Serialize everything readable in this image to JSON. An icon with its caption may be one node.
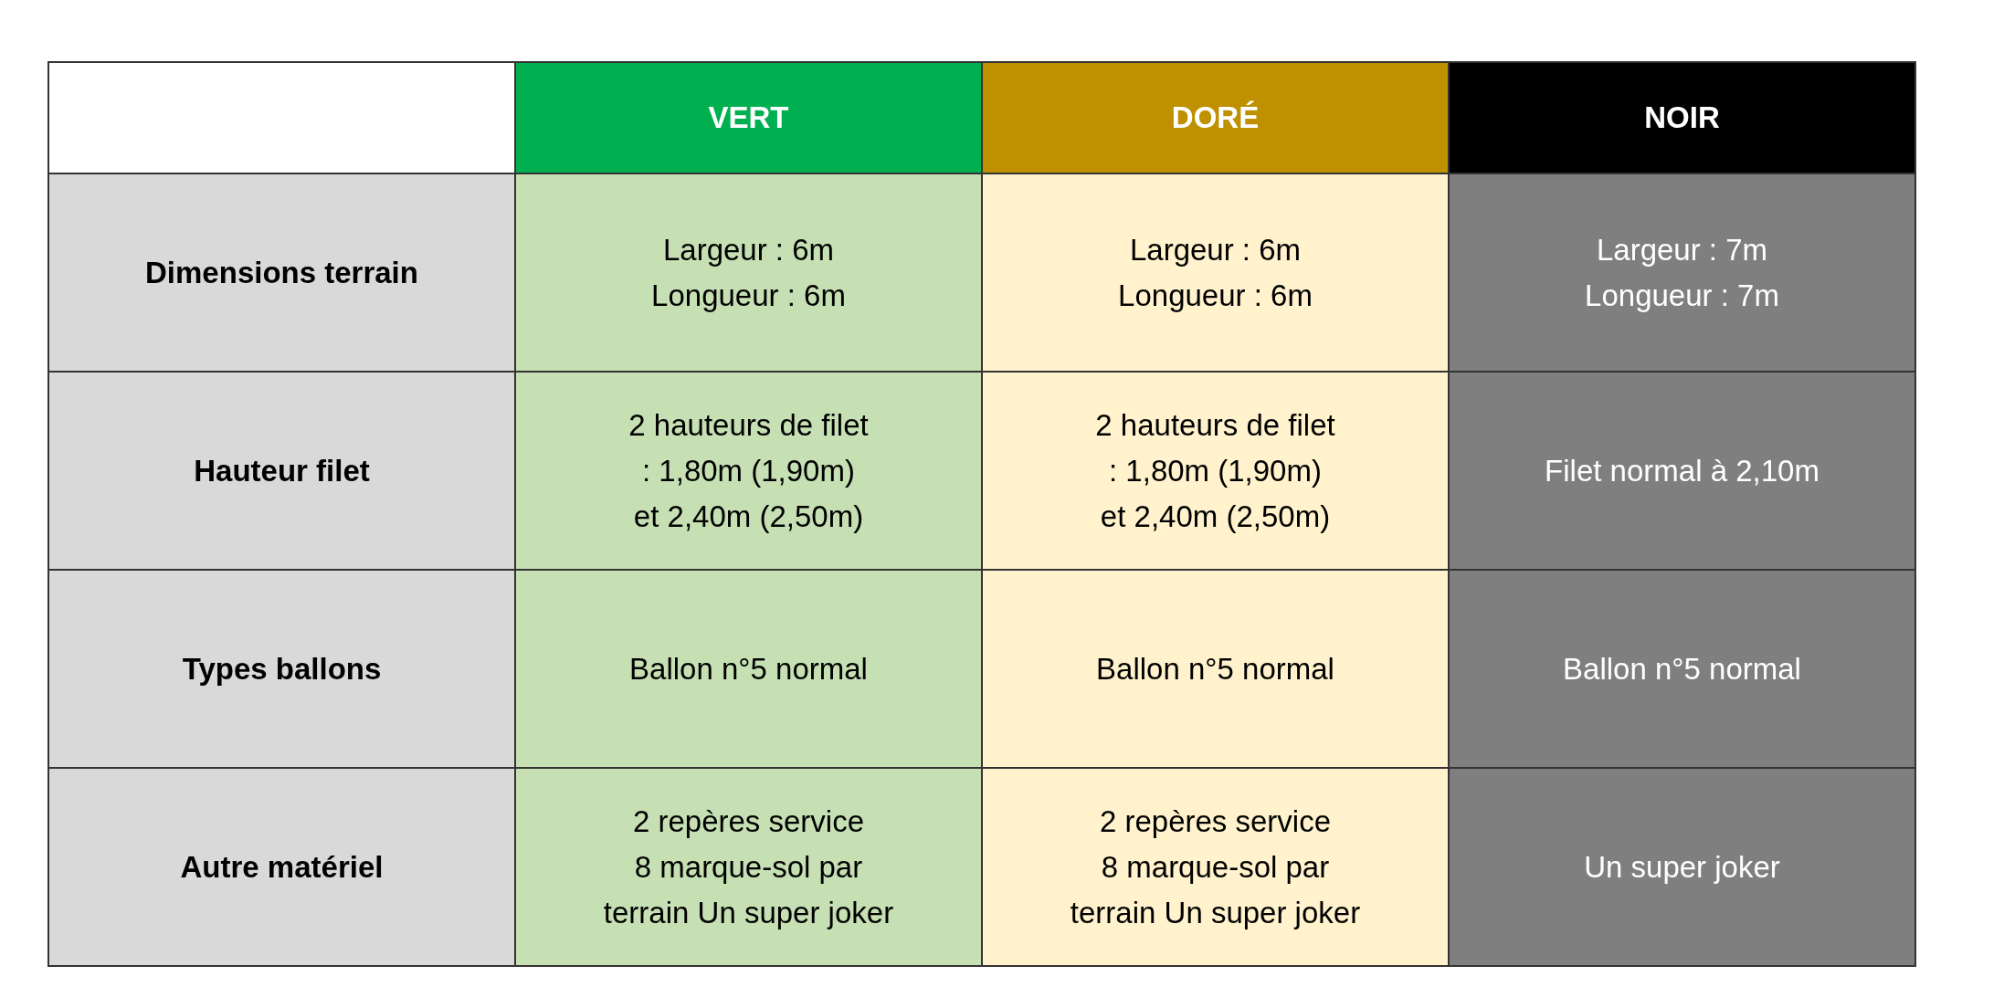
{
  "diagram": {
    "labels": [
      "VERT",
      "DORÉ",
      "NOIR",
      "Dimensions terrain",
      "Largeur : 6m Longueur : 6m",
      "Largeur : 6m Longueur : 6m",
      "Largeur : 7m Longueur : 7m",
      "Hauteur filet",
      "2 hauteurs de filet : 1,80m (1,90m) et 2,40m (2,50m)",
      "2 hauteurs de filet : 1,80m (1,90m) et 2,40m (2,50m)",
      "Filet normal à 2,10m",
      "Types ballons",
      "Ballon n°5 normal",
      "Ballon n°5 normal",
      "Ballon n°5 normal",
      "Autre matériel",
      "2 repères service 8 marque-sol par terrain Un super joker",
      "2 repères service 8 marque-sol par terrain Un super joker",
      "Un super joker"
    ]
  }
}
